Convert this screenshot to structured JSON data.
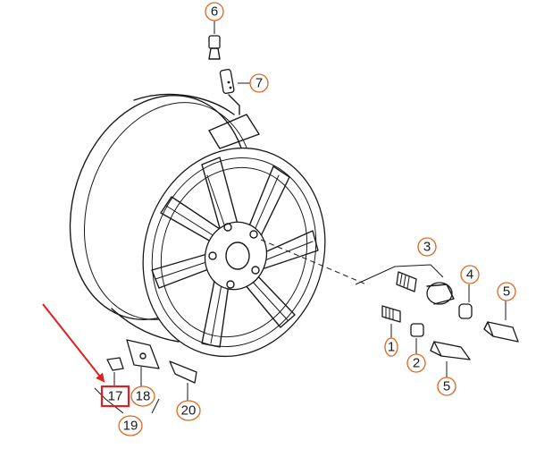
{
  "colors": {
    "callout": "#e0651d",
    "highlight": "#e02020",
    "arrow": "#e02020",
    "line": "#1a1a1a"
  },
  "callouts": [
    {
      "id": "c6",
      "label": "6"
    },
    {
      "id": "c7",
      "label": "7"
    },
    {
      "id": "c3",
      "label": "3"
    },
    {
      "id": "c4",
      "label": "4"
    },
    {
      "id": "c5a",
      "label": "5"
    },
    {
      "id": "c1",
      "label": "1"
    },
    {
      "id": "c2",
      "label": "2"
    },
    {
      "id": "c5b",
      "label": "5"
    },
    {
      "id": "c17",
      "label": "17"
    },
    {
      "id": "c18",
      "label": "18"
    },
    {
      "id": "c19",
      "label": "19"
    },
    {
      "id": "c20",
      "label": "20"
    }
  ],
  "highlighted_part": "17"
}
